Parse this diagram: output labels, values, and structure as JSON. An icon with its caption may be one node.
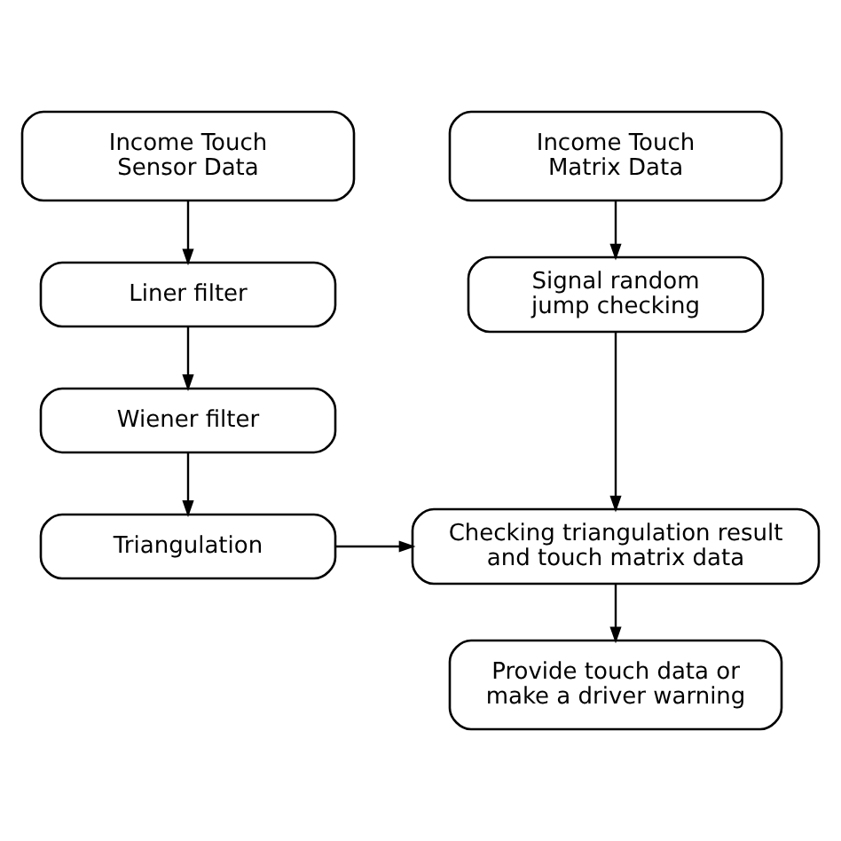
{
  "diagram": {
    "nodes": [
      {
        "text": [
          "Income Touch Sensor Data"
        ]
      },
      {
        "text": [
          "Income Touch Matrix Data"
        ]
      },
      {
        "text": [
          "Liner filter"
        ]
      },
      {
        "text": [
          "Signal random jump checking"
        ]
      },
      {
        "text": [
          "Wiener filter"
        ]
      },
      {
        "text": [
          "Triangulation"
        ]
      },
      {
        "text": [
          "Checking triangulation result and touch matrix data"
        ]
      },
      {
        "text": [
          "Provide touch data or make a driver warning"
        ]
      }
    ],
    "edges": [
      {
        "from": 0,
        "to": 2,
        "arrow": "to"
      },
      {
        "from": 2,
        "to": 4,
        "arrow": "to"
      },
      {
        "from": 4,
        "to": 5,
        "arrow": "to"
      },
      {
        "from": 5,
        "to": 6,
        "arrow": "to"
      },
      {
        "from": 1,
        "to": 3,
        "arrow": "to"
      },
      {
        "from": 3,
        "to": 6,
        "arrow": "to"
      },
      {
        "from": 6,
        "to": 7,
        "arrow": "to"
      }
    ]
  }
}
